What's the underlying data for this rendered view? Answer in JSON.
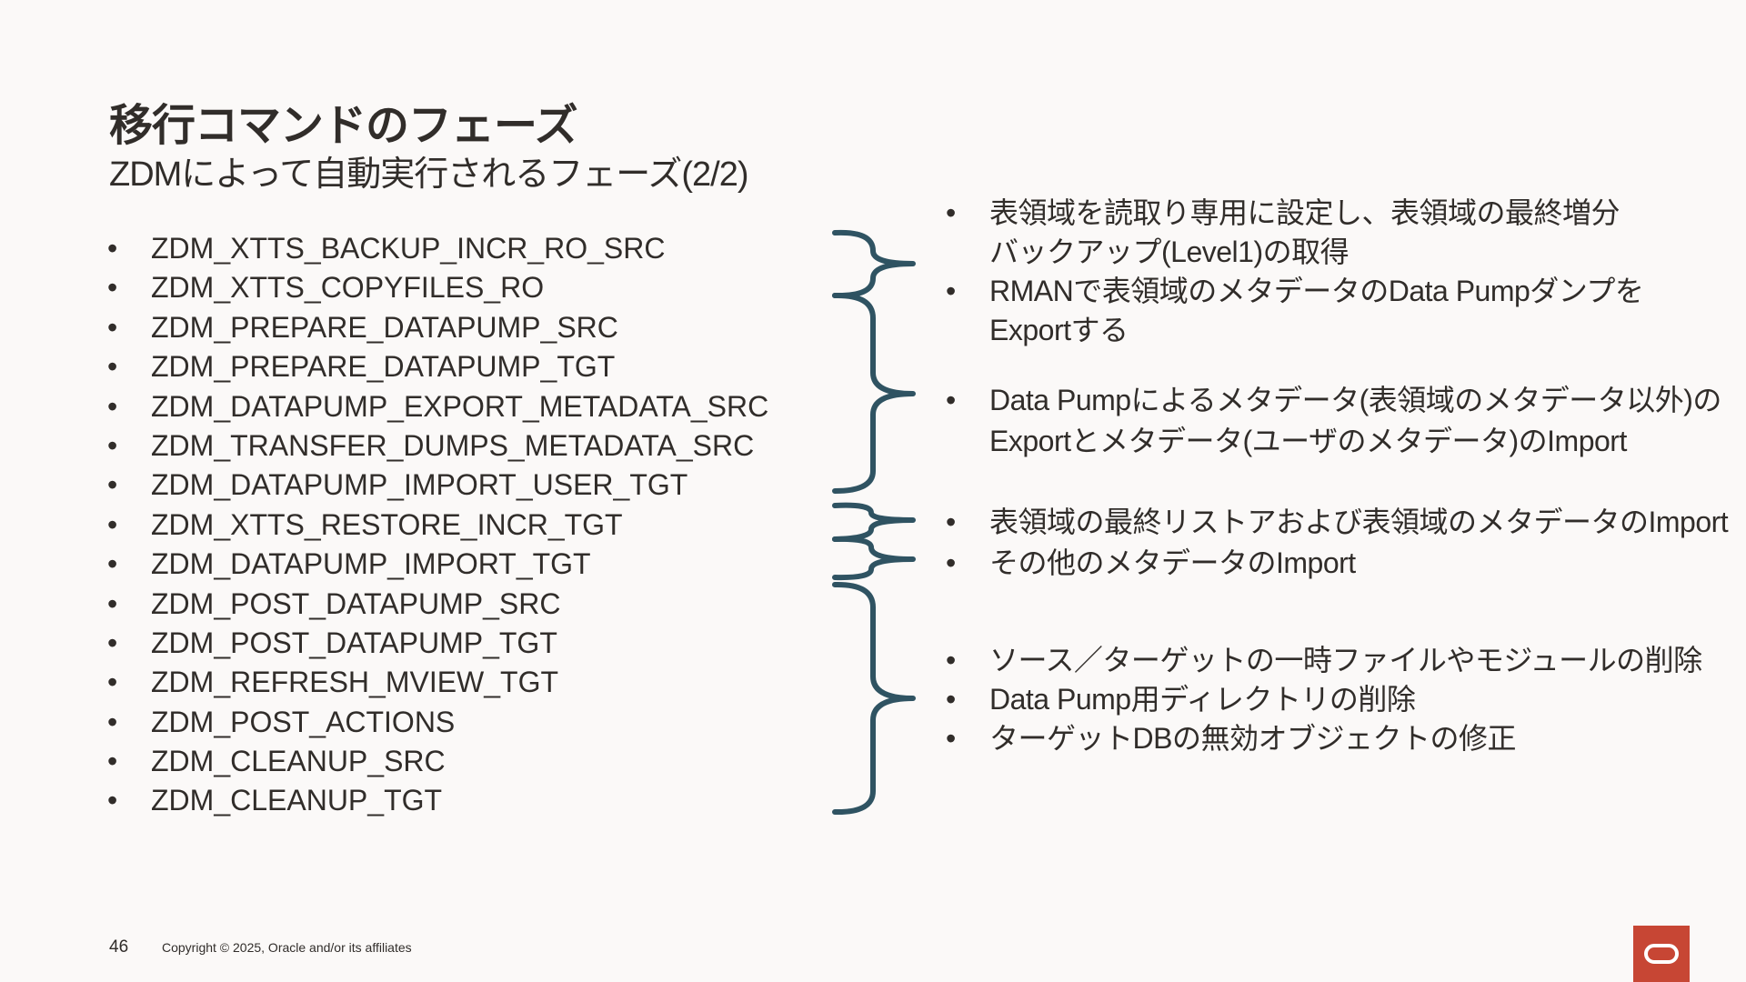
{
  "slide": {
    "title": "移行コマンドのフェーズ",
    "subtitle": "ZDMによって自動実行されるフェーズ(2/2)",
    "page_number": "46",
    "copyright": "Copyright © 2025, Oracle and/or its affiliates"
  },
  "phases": [
    "ZDM_XTTS_BACKUP_INCR_RO_SRC",
    "ZDM_XTTS_COPYFILES_RO",
    "ZDM_PREPARE_DATAPUMP_SRC",
    "ZDM_PREPARE_DATAPUMP_TGT",
    "ZDM_DATAPUMP_EXPORT_METADATA_SRC",
    "ZDM_TRANSFER_DUMPS_METADATA_SRC",
    "ZDM_DATAPUMP_IMPORT_USER_TGT",
    "ZDM_XTTS_RESTORE_INCR_TGT",
    "ZDM_DATAPUMP_IMPORT_TGT",
    "ZDM_POST_DATAPUMP_SRC",
    "ZDM_POST_DATAPUMP_TGT",
    "ZDM_REFRESH_MVIEW_TGT",
    "ZDM_POST_ACTIONS",
    "ZDM_CLEANUP_SRC",
    "ZDM_CLEANUP_TGT"
  ],
  "groups": [
    {
      "items": [
        {
          "lines": [
            "表領域を読取り専用に設定し、表領域の最終増分",
            "バックアップ(Level1)の取得"
          ]
        },
        {
          "lines": [
            "RMANで表領域のメタデータのData Pumpダンプを",
            "Exportする"
          ]
        }
      ]
    },
    {
      "items": [
        {
          "lines": [
            "Data Pumpによるメタデータ(表領域のメタデータ以外)の",
            "Exportとメタデータ(ユーザのメタデータ)のImport"
          ]
        }
      ]
    },
    {
      "items": [
        {
          "lines": [
            "表領域の最終リストアおよび表領域のメタデータのImport"
          ]
        }
      ]
    },
    {
      "items": [
        {
          "lines": [
            "その他のメタデータのImport"
          ]
        }
      ]
    },
    {
      "items": [
        {
          "lines": [
            "ソース／ターゲットの一時ファイルやモジュールの削除"
          ]
        },
        {
          "lines": [
            "Data Pump用ディレクトリの削除"
          ]
        },
        {
          "lines": [
            "ターゲットDBの無効オブジェクトの修正"
          ]
        }
      ]
    }
  ],
  "colors": {
    "brace": "#2f5362",
    "logo": "#c74634",
    "text": "#312d2a"
  },
  "icons": {
    "logo": "oracle-logo-icon"
  }
}
